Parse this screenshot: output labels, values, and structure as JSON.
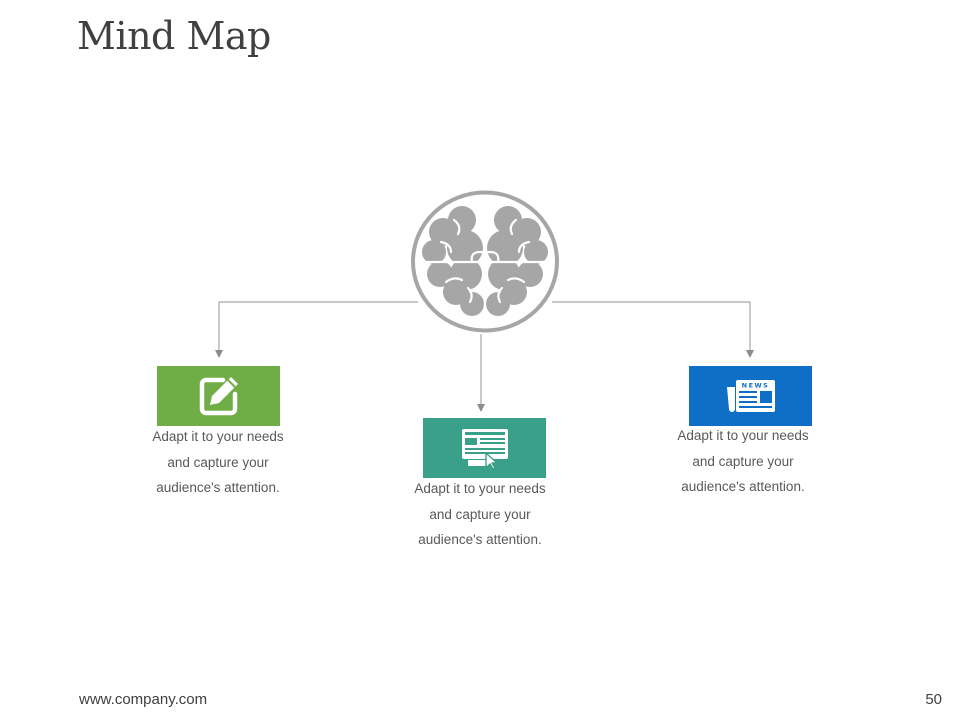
{
  "slide": {
    "title": "Mind Map",
    "footer_url": "www.company.com",
    "page_number": "50"
  },
  "center": {
    "icon": "brain-icon",
    "color": "#a6a6a6"
  },
  "nodes": [
    {
      "icon": "edit-icon",
      "color": "#70ad47",
      "text": "Adapt it to your needs and capture your audience's attention."
    },
    {
      "icon": "web-page-icon",
      "color": "#3ba08a",
      "text": "Adapt it to your needs and capture your audience's attention."
    },
    {
      "icon": "newspaper-icon",
      "color": "#0f6fc6",
      "text": "Adapt it to your needs and capture your audience's attention.",
      "icon_label": "NEWS"
    }
  ]
}
